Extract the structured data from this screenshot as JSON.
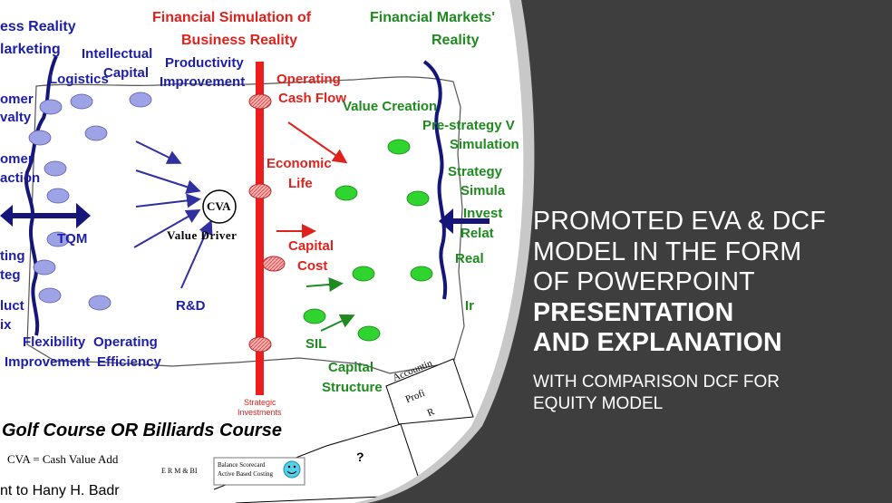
{
  "colors": {
    "panel": "#3e3e3e",
    "panel_edge": "#c8c8c8",
    "blue_text": "#1c1ea8",
    "red_text": "#e0221d",
    "green_text": "#1f8a1f",
    "node_blue": "#9ea3e6",
    "node_green": "#2fd42f",
    "node_red": "#f2a0a0",
    "red_bar": "#ee1c1c"
  },
  "diagram": {
    "left_header": [
      "ess Reality",
      "larketing"
    ],
    "center_header": [
      "Financial Simulation of",
      "Business Reality"
    ],
    "right_header": [
      "Financial Markets'",
      "Reality"
    ],
    "blue_labels": {
      "intellectual_capital": [
        "Intellectual",
        "Capital"
      ],
      "logistics": "Logistics",
      "productivity": [
        "Productivity",
        "Improvement"
      ],
      "customer_loyalty": [
        "omer",
        "valty"
      ],
      "customer_satisfaction": [
        "omer",
        "action"
      ],
      "tqm": "TQM",
      "marketing_strategy": [
        "ting",
        "teg"
      ],
      "product_mix": [
        "luct",
        "ix"
      ],
      "rd": "R&D",
      "flexibility": [
        "Flexibility",
        "Improvement"
      ],
      "operating_efficiency": [
        "Operating",
        "Efficiency"
      ]
    },
    "cva_label": "CVA",
    "value_driver": "Value Driver",
    "red_labels": {
      "operating_cash_flow": [
        "Operating",
        "Cash Flow"
      ],
      "economic_life": [
        "Economic",
        "Life"
      ],
      "capital_cost": [
        "Capital",
        "Cost"
      ],
      "strategic_investments": [
        "Strategic",
        "Investments"
      ]
    },
    "green_labels": {
      "value_creation": "Value Creation",
      "pre_strategy": [
        "Pre-strategy V",
        "Simulation"
      ],
      "strategy": [
        "Strategy",
        "Simula"
      ],
      "investor_relations": [
        "Invest",
        "Relat"
      ],
      "real": "Real",
      "ir": "Ir",
      "sil": "SIL",
      "capital_structure": [
        "Capital",
        "Structure"
      ]
    },
    "accounting_note": [
      "Accountin",
      "Profi",
      "R"
    ],
    "question_mark": "?",
    "course_title": "Golf  Course OR Billiards Course",
    "cva_definition": "CVA = Cash Value Add",
    "erm_label": "E R M  &  BI",
    "scorecard_box": [
      "Balance Scorecard",
      "Active Based Costing"
    ],
    "credit": "nt to Hany H. Badr"
  },
  "slide": {
    "title_normal": [
      "PROMOTED EVA & DCF",
      "MODEL IN THE FORM",
      "OF POWERPOINT"
    ],
    "title_bold": [
      "PRESENTATION",
      "AND EXPLANATION"
    ],
    "subtitle": [
      "WITH COMPARISON DCF FOR",
      "EQUITY MODEL"
    ]
  }
}
